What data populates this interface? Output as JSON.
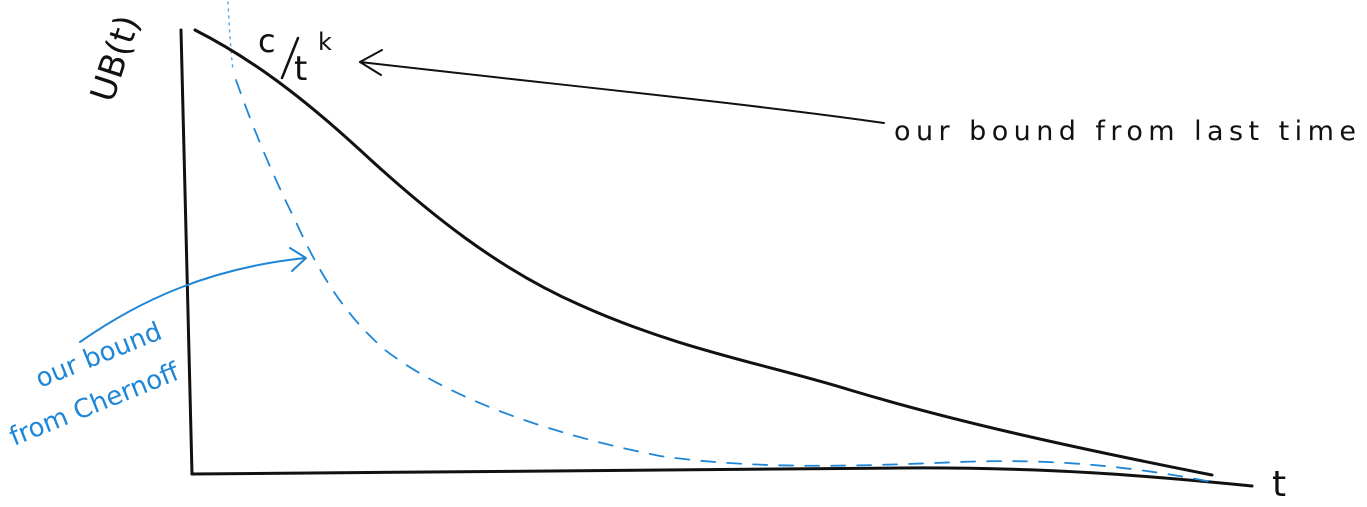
{
  "y_axis_label": "UB(t)",
  "x_axis_label": "t",
  "curve_label": {
    "c": "c",
    "t": "t",
    "k": "k"
  },
  "annotations": {
    "black": "our bound from last time",
    "blue_line1": "our bound",
    "blue_line2": "from Chernoff"
  },
  "colors": {
    "ink": "#111111",
    "highlight": "#1f86d6"
  }
}
